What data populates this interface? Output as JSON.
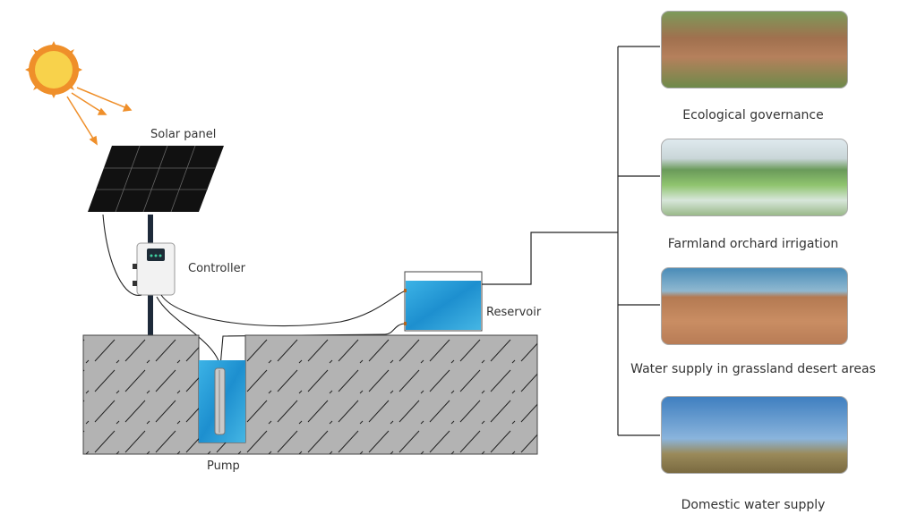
{
  "labels": {
    "solar_panel": "Solar panel",
    "controller": "Controller",
    "reservoir": "Reservoir",
    "pump": "Pump"
  },
  "applications": [
    {
      "label": "Ecological governance"
    },
    {
      "label": "Farmland orchard irrigation"
    },
    {
      "label": "Water supply in grassland desert areas"
    },
    {
      "label": "Domestic water supply"
    }
  ],
  "colors": {
    "sun": "#f8d24b",
    "sun_rays": "#ef8f2a",
    "ground": "#b3b3b3",
    "water": "#2a9fd8"
  }
}
